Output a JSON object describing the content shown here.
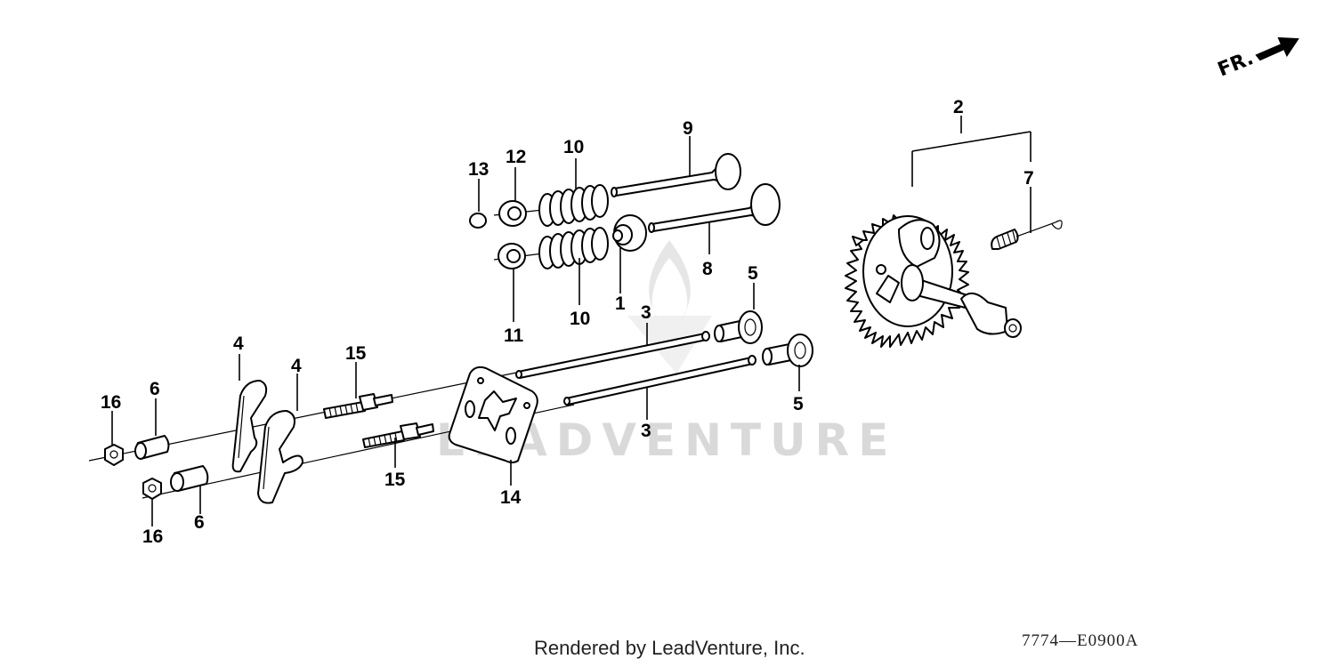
{
  "orientation_label": "FR.",
  "watermark": "LEADVENTURE",
  "footer": {
    "rendered_by": "Rendered by LeadVenture, Inc.",
    "diagram_code": "7774—E0900A"
  },
  "callouts": {
    "c1": "1",
    "c2": "2",
    "c3a": "3",
    "c3b": "3",
    "c4a": "4",
    "c4b": "4",
    "c5a": "5",
    "c5b": "5",
    "c6a": "6",
    "c6b": "6",
    "c7": "7",
    "c8": "8",
    "c9": "9",
    "c10a": "10",
    "c10b": "10",
    "c11": "11",
    "c12": "12",
    "c13": "13",
    "c14": "14",
    "c15a": "15",
    "c15b": "15",
    "c16a": "16",
    "c16b": "16"
  },
  "colors": {
    "line": "#000000",
    "watermark": "#d9d9d9",
    "background": "#ffffff"
  }
}
